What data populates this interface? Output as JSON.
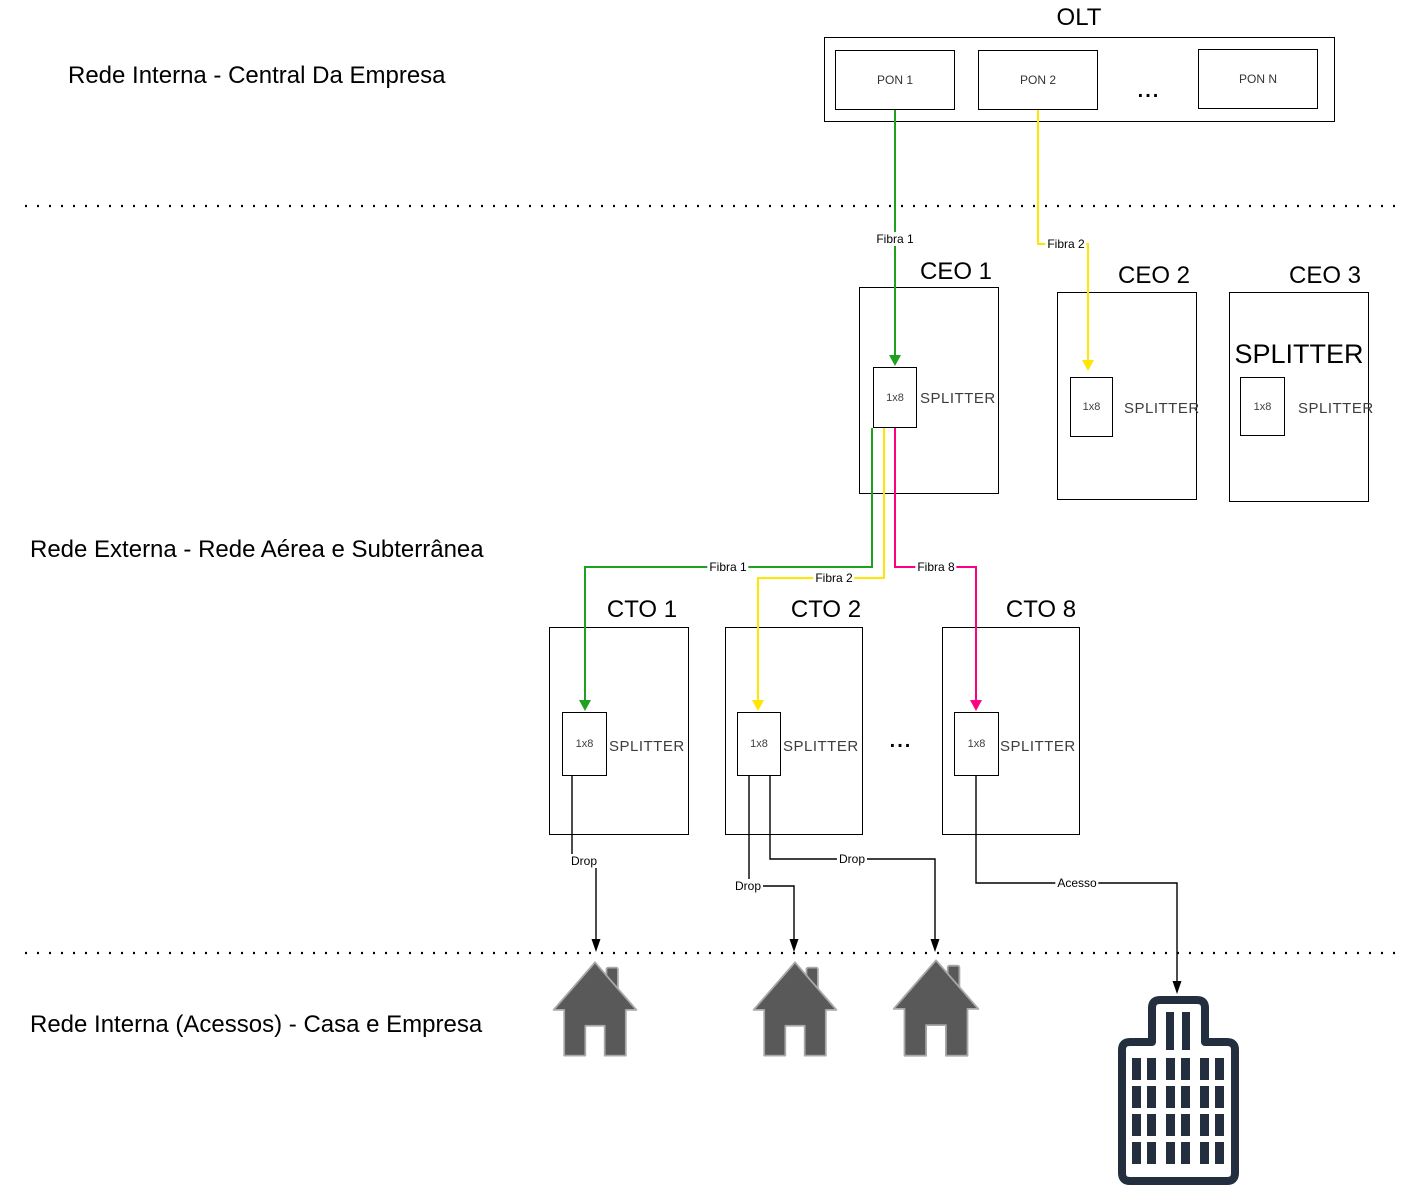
{
  "section_labels": {
    "top": "Rede Interna - Central Da Empresa",
    "middle": "Rede Externa - Rede Aérea e Subterrânea",
    "bottom": "Rede Interna (Acessos) - Casa e Empresa"
  },
  "olt": {
    "title": "OLT",
    "pon1": "PON 1",
    "pon2": "PON 2",
    "pon_n": "PON N",
    "ellipsis": "..."
  },
  "ceo": [
    {
      "title": "CEO 1",
      "ratio": "1x8",
      "splitter": "SPLITTER"
    },
    {
      "title": "CEO 2",
      "ratio": "1x8",
      "splitter": "SPLITTER"
    },
    {
      "title": "CEO 3",
      "heading": "SPLITTER",
      "ratio": "1x8",
      "splitter": "SPLITTER"
    }
  ],
  "cto": [
    {
      "title": "CTO 1",
      "ratio": "1x8",
      "splitter": "SPLITTER"
    },
    {
      "title": "CTO 2",
      "ratio": "1x8",
      "splitter": "SPLITTER"
    },
    {
      "title": "CTO 8",
      "ratio": "1x8",
      "splitter": "SPLITTER"
    }
  ],
  "cto_ellipsis": "...",
  "edges": {
    "fibra1": "Fibra 1",
    "fibra2": "Fibra 2",
    "fibra8": "Fibra 8",
    "drop": "Drop",
    "acesso": "Acesso"
  },
  "colors": {
    "fiber_green": "#1FA01F",
    "fiber_yellow": "#FFE600",
    "fiber_pink": "#FF0080",
    "line": "#000000",
    "house": "#595959",
    "building": "#232F3E"
  }
}
